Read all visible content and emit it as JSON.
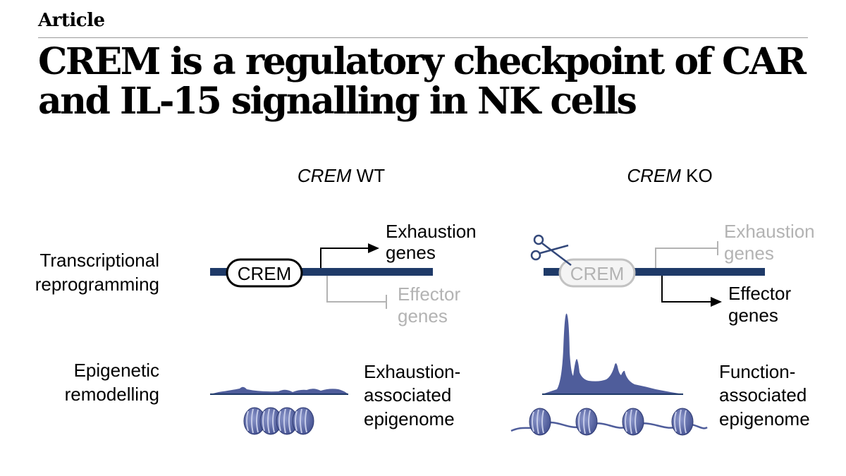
{
  "header": {
    "kicker": "Article",
    "title": "CREM is a regulatory checkpoint of CAR and IL-15 signalling in NK cells"
  },
  "figure": {
    "columns": {
      "wt": {
        "gene": "CREM",
        "suffix": " WT"
      },
      "ko": {
        "gene": "CREM",
        "suffix": " KO"
      }
    },
    "rows": {
      "transcriptional": [
        "Transcriptional",
        "reprogramming"
      ],
      "epigenetic": [
        "Epigenetic",
        "remodelling"
      ]
    },
    "wt": {
      "factor_label": "CREM",
      "exhaustion_genes": [
        "Exhaustion",
        "genes"
      ],
      "effector_genes": [
        "Effector",
        "genes"
      ],
      "epigenome": [
        "Exhaustion-",
        "associated",
        "epigenome"
      ]
    },
    "ko": {
      "factor_label": "CREM",
      "exhaustion_genes": [
        "Exhaustion",
        "genes"
      ],
      "effector_genes": [
        "Effector",
        "genes"
      ],
      "epigenome": [
        "Function-",
        "associated",
        "epigenome"
      ]
    },
    "colors": {
      "dna": "#1f3a68",
      "nucleosome": "#4f5d9b",
      "inactive": "#b3b3b3",
      "text": "#000000"
    },
    "icons": [
      "scissors-icon",
      "activating-arrow-icon",
      "repression-bar-icon",
      "chromatin-peak-icon",
      "nucleosome-icon"
    ]
  }
}
